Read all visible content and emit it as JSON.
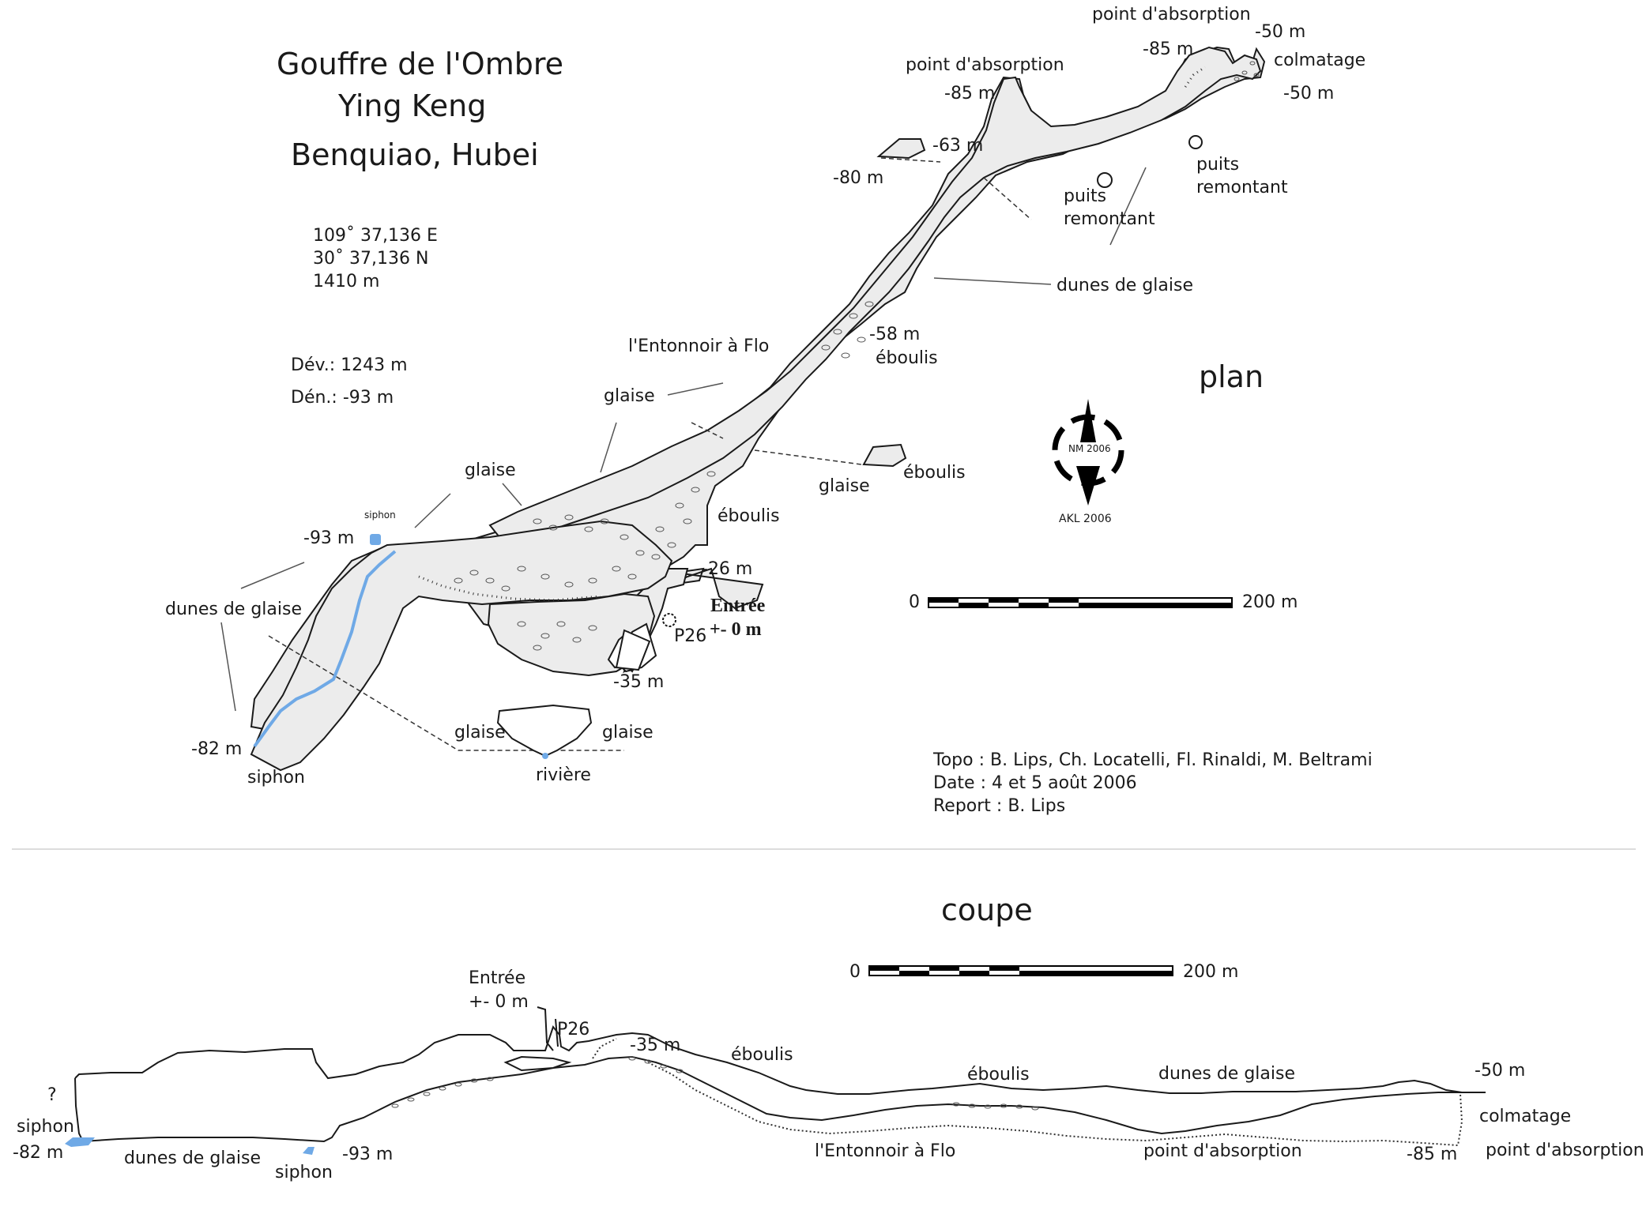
{
  "title": {
    "line1": "Gouffre de l'Ombre",
    "line2": "Ying Keng",
    "line3": "Benquiao, Hubei"
  },
  "coordinates": {
    "lon": "109˚ 37,136 E",
    "lat": "30˚ 37,136 N",
    "alt": "1410 m"
  },
  "stats": {
    "dev": "Dév.: 1243 m",
    "den": "Dén.:  -93 m"
  },
  "plan": {
    "heading": "plan",
    "scale": {
      "start": "0",
      "end": "200 m"
    },
    "compass": {
      "north_label": "NM 2006",
      "author": "AKL 2006"
    },
    "labels": {
      "point_abs_top": "point d'absorption",
      "m85_top": "-85 m",
      "m50_top": "-50 m",
      "colmatage": "colmatage",
      "m50_right": "-50 m",
      "point_abs_left": "point d'absorption",
      "m85_left": "-85 m",
      "m63": "-63 m",
      "m80": "-80 m",
      "puits1_a": "puits",
      "puits1_b": "remontant",
      "puits2_a": "puits",
      "puits2_b": "remontant",
      "dunes_right": "dunes de glaise",
      "m58": "-58 m",
      "eboulis_58": "éboulis",
      "entonnoir": "l'Entonnoir à Flo",
      "glaise_mid": "glaise",
      "glaise_side": "glaise",
      "eboulis_side": "éboulis",
      "glaise_left": "glaise",
      "eboulis_mid": "éboulis",
      "siphon_top": "siphon",
      "m93": "-93 m",
      "m26": "-26 m",
      "entree": "Entrée",
      "entree_depth": "+- 0 m",
      "p26": "P26",
      "dunes_left": "dunes de glaise",
      "m35": "-35 m",
      "glaise_sec_l": "glaise",
      "glaise_sec_r": "glaise",
      "riviere": "rivière",
      "m82": "-82 m",
      "siphon_bottom": "siphon"
    },
    "credits": {
      "topo": "Topo : B. Lips, Ch. Locatelli, Fl. Rinaldi, M. Beltrami",
      "date": "Date : 4 et 5 août 2006",
      "report": "Report : B. Lips"
    }
  },
  "coupe": {
    "heading": "coupe",
    "scale": {
      "start": "0",
      "end": "200 m"
    },
    "labels": {
      "entree": "Entrée",
      "entree_depth": "+- 0 m",
      "p26": "P26",
      "m35": "-35 m",
      "eboulis_1": "éboulis",
      "eboulis_2": "éboulis",
      "dunes_right": "dunes de glaise",
      "m50": "-50 m",
      "colmatage": "colmatage",
      "point_abs_right": "point d'absorption",
      "m85": "-85 m",
      "point_abs_mid": "point d'absorption",
      "entonnoir": "l'Entonnoir à Flo",
      "question": "?",
      "siphon_left": "siphon",
      "m82": "-82 m",
      "dunes_left": "dunes de glaise",
      "siphon_mid": "siphon",
      "m93": "-93 m"
    }
  },
  "colors": {
    "water": "#6fa9e6",
    "cave_fill": "#ececec",
    "ink": "#1a1a1a"
  }
}
